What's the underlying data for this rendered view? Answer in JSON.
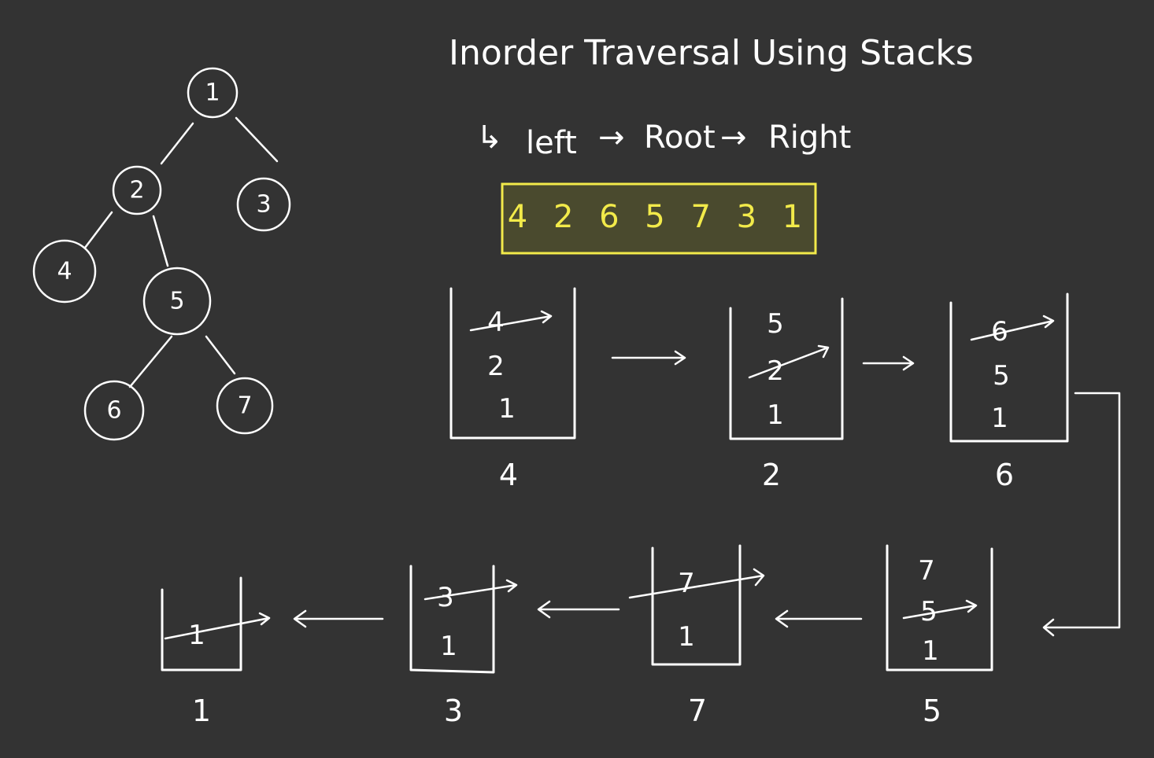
{
  "title": "Inorder Traversal Using Stacks",
  "subtitle": {
    "prefix": "↳",
    "left": "left",
    "root": "Root",
    "right": "Right",
    "arrow": "→"
  },
  "result": "4 2 6 5 7 3 1",
  "colors": {
    "background": "#333333",
    "ink": "#ffffff",
    "result_border": "#f2ea4a",
    "result_fill": "#4a4a2e",
    "result_text": "#f2ea4a"
  },
  "tree": {
    "nodes": [
      "1",
      "2",
      "3",
      "4",
      "5",
      "6",
      "7"
    ]
  },
  "stacks": [
    {
      "items": [
        "4",
        "2",
        "1"
      ],
      "popped": "4",
      "caption": "4"
    },
    {
      "items": [
        "5",
        "2",
        "1"
      ],
      "popped": "2",
      "caption": "2"
    },
    {
      "items": [
        "6",
        "5",
        "1"
      ],
      "popped": "6",
      "caption": "6"
    },
    {
      "items": [
        "7",
        "5",
        "1"
      ],
      "popped": "5",
      "caption": "5"
    },
    {
      "items": [
        "7",
        "1"
      ],
      "popped": "7",
      "caption": "7"
    },
    {
      "items": [
        "3",
        "1"
      ],
      "popped": "3",
      "caption": "3"
    },
    {
      "items": [
        "1"
      ],
      "popped": "1",
      "caption": "1"
    }
  ]
}
